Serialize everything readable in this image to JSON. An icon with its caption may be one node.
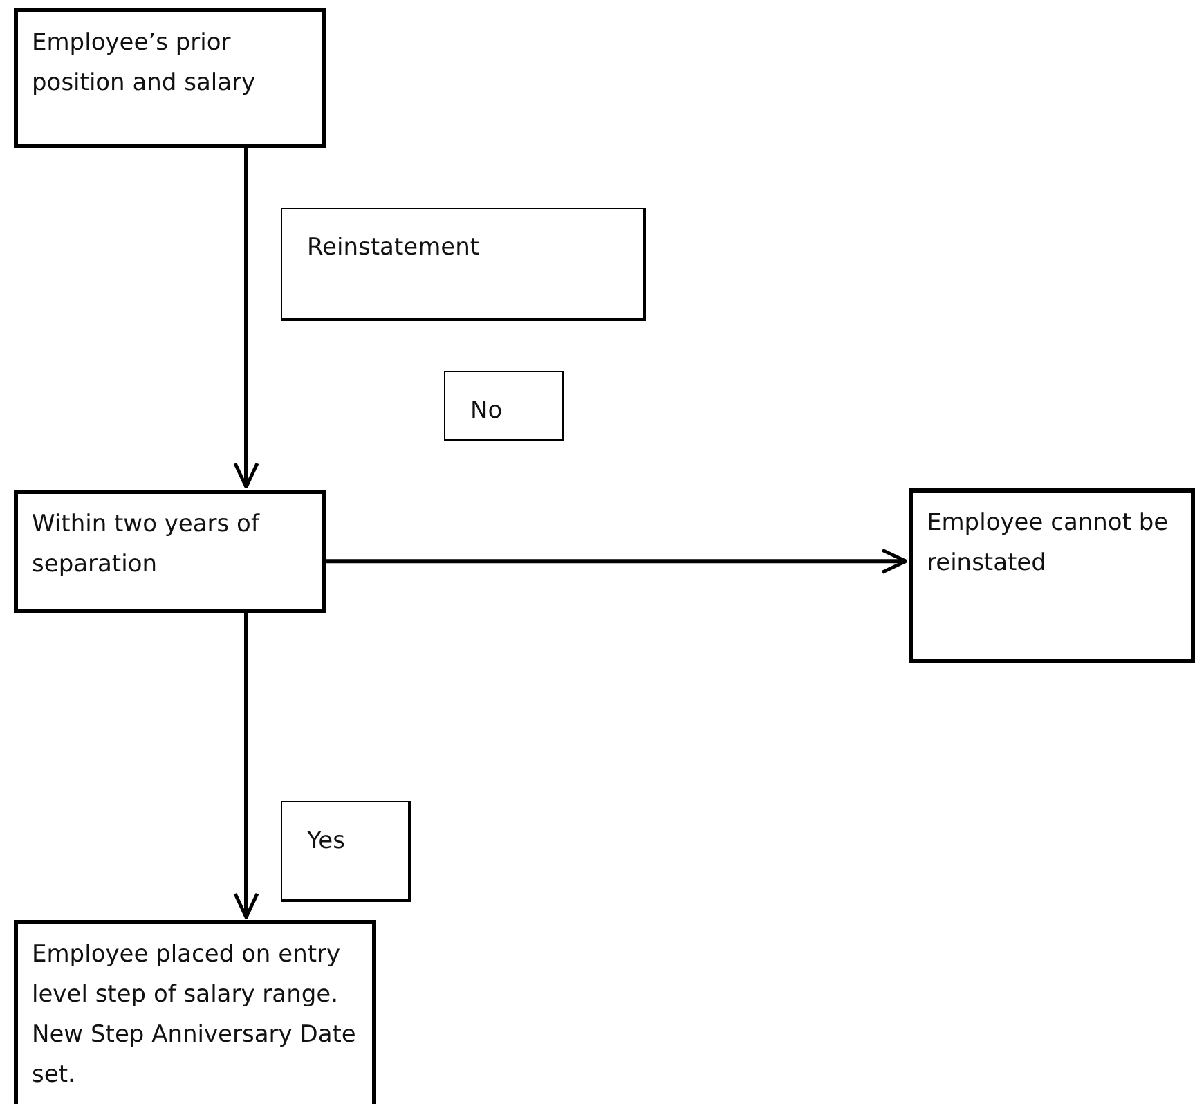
{
  "diagram": {
    "nodes": [
      {
        "text": [
          "Employee’s prior position and salary"
        ]
      },
      {
        "text": [
          "Reinstatement"
        ]
      },
      {
        "text": [
          "Within two years of separation"
        ]
      },
      {
        "text": [
          "No"
        ]
      },
      {
        "text": [
          "Employee cannot be reinstated"
        ]
      },
      {
        "text": [
          "Yes"
        ]
      },
      {
        "text": [
          "Employee placed on entry level step of salary range. New Step Anniversary Date set."
        ]
      }
    ],
    "edges": [
      {
        "from": 0,
        "to": 2,
        "arrow": "to"
      },
      {
        "from": 2,
        "to": 4,
        "arrow": "to"
      },
      {
        "from": 2,
        "to": 6,
        "arrow": "to"
      }
    ]
  }
}
